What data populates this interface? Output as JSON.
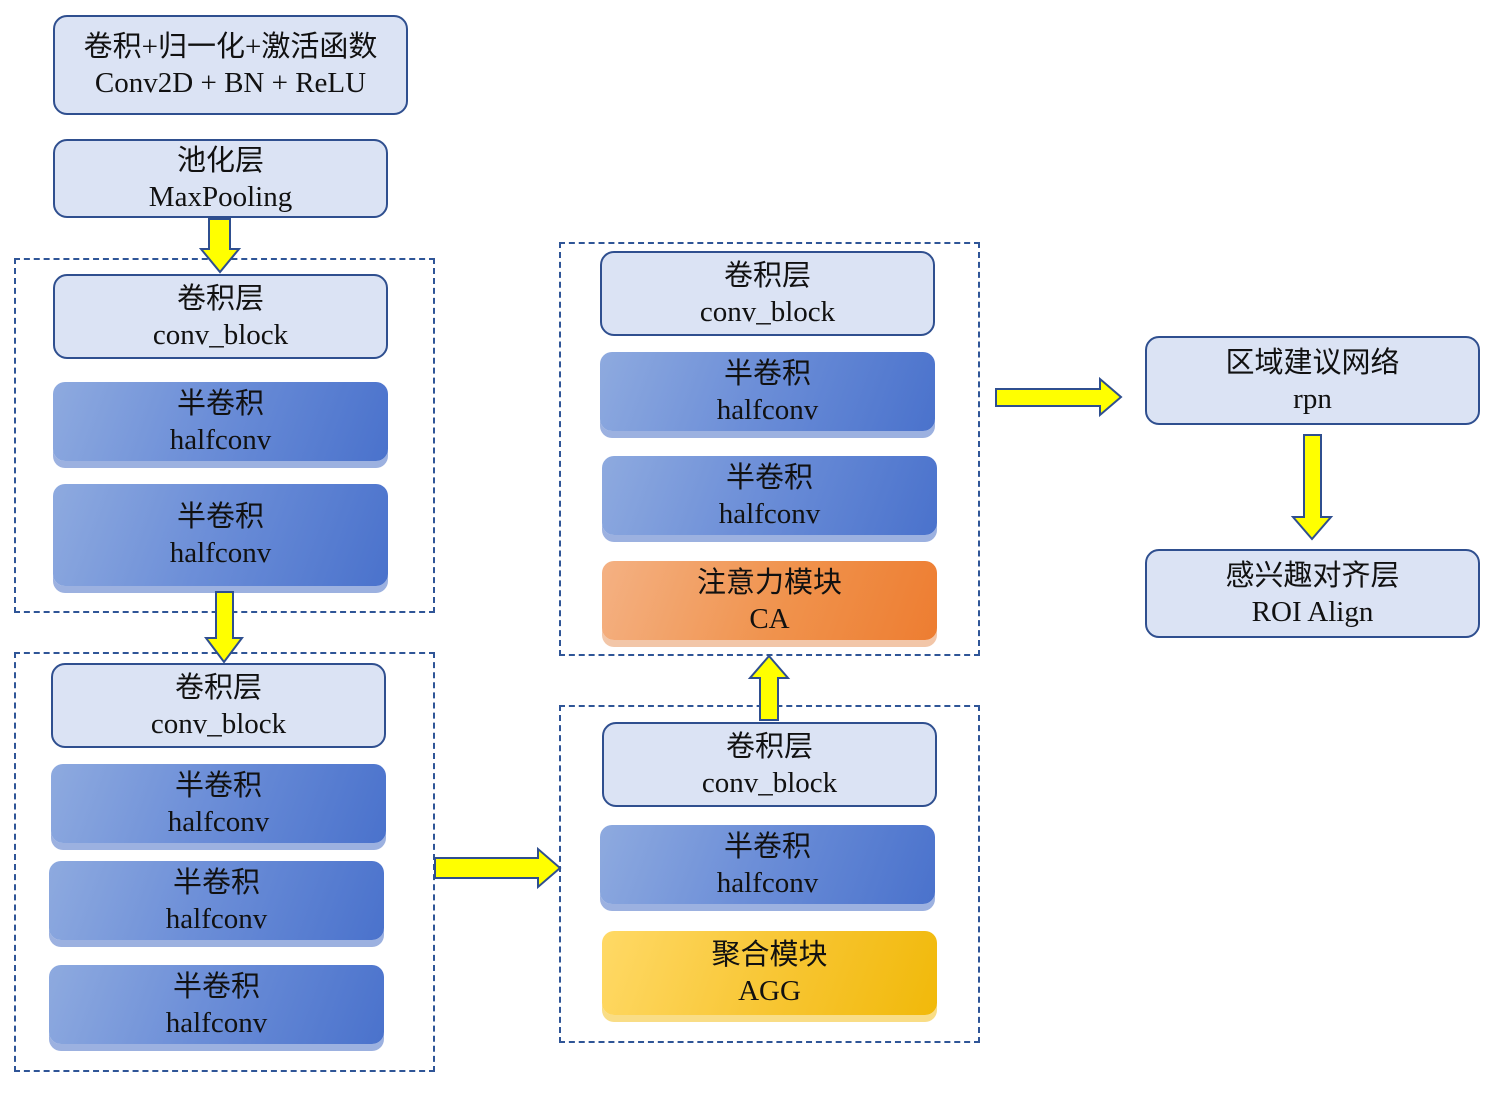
{
  "blocks": {
    "stem_conv": {
      "zh": "卷积+归一化+激活函数",
      "en": "Conv2D + BN + ReLU"
    },
    "pool": {
      "zh": "池化层",
      "en": "MaxPooling"
    },
    "s1_conv": {
      "zh": "卷积层",
      "en": "conv_block"
    },
    "s1_half1": {
      "zh": "半卷积",
      "en": "halfconv"
    },
    "s1_half2": {
      "zh": "半卷积",
      "en": "halfconv"
    },
    "s2_conv": {
      "zh": "卷积层",
      "en": "conv_block"
    },
    "s2_half1": {
      "zh": "半卷积",
      "en": "halfconv"
    },
    "s2_half2": {
      "zh": "半卷积",
      "en": "halfconv"
    },
    "s2_half3": {
      "zh": "半卷积",
      "en": "halfconv"
    },
    "s3_conv": {
      "zh": "卷积层",
      "en": "conv_block"
    },
    "s3_half": {
      "zh": "半卷积",
      "en": "halfconv"
    },
    "s3_agg": {
      "zh": "聚合模块",
      "en": "AGG"
    },
    "s4_conv": {
      "zh": "卷积层",
      "en": "conv_block"
    },
    "s4_half1": {
      "zh": "半卷积",
      "en": "halfconv"
    },
    "s4_half2": {
      "zh": "半卷积",
      "en": "halfconv"
    },
    "s4_ca": {
      "zh": "注意力模块",
      "en": "CA"
    },
    "rpn": {
      "zh": "区域建议网络",
      "en": "rpn"
    },
    "roi": {
      "zh": "感兴趣对齐层",
      "en": "ROI Align"
    }
  },
  "colors": {
    "light_fill": "#dbe3f4",
    "border": "#2f4f8f",
    "halfconv_fill": "#4a72cc",
    "attention_fill": "#ed7d31",
    "aggregation_fill": "#f1b90a",
    "arrow_fill": "#ffff00",
    "dashed_border": "#2f5597"
  }
}
